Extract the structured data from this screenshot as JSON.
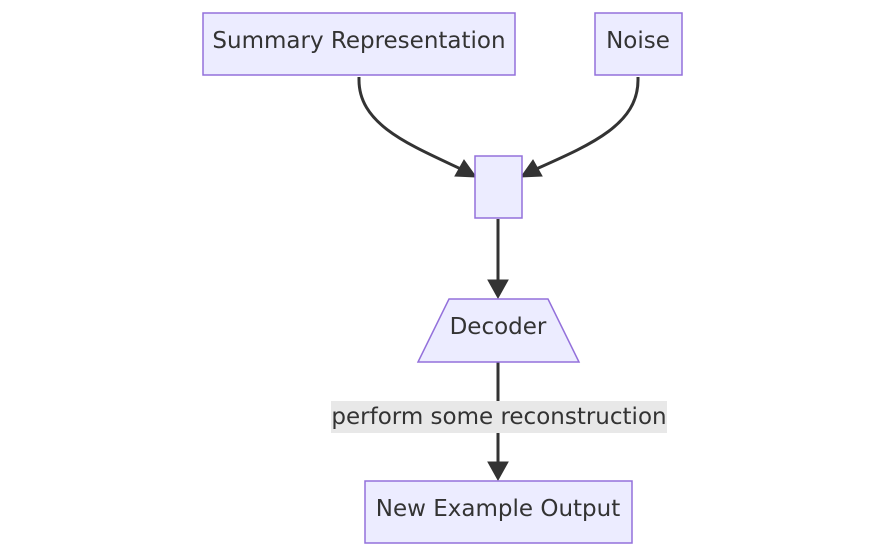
{
  "diagram": {
    "nodes": {
      "summary": {
        "label": "Summary Representation"
      },
      "noise": {
        "label": "Noise"
      },
      "merge": {
        "label": ""
      },
      "decoder": {
        "label": "Decoder"
      },
      "output": {
        "label": "New Example Output"
      }
    },
    "edges": {
      "decoder_to_output": {
        "label": "perform some reconstruction"
      }
    }
  },
  "colors": {
    "node_fill": "#ececff",
    "node_stroke": "#9370db",
    "edge": "#333333",
    "edge_label_bg": "#e8e8e8",
    "text": "#333333"
  }
}
